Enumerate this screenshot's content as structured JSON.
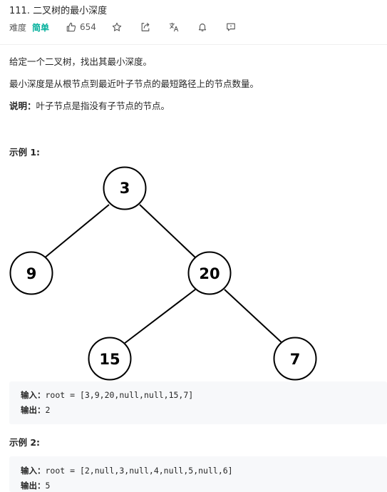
{
  "problem": {
    "title": "111. 二叉树的最小深度",
    "difficulty_label": "难度",
    "difficulty": "简单",
    "likes": "654"
  },
  "icons": {
    "like": "thumbs-up-icon",
    "favorite": "star-icon",
    "share": "share-icon",
    "translate": "translate-icon",
    "notify": "bell-icon",
    "feedback": "comment-icon"
  },
  "description": {
    "line1": "给定一个二叉树，找出其最小深度。",
    "line2": "最小深度是从根节点到最近叶子节点的最短路径上的节点数量。",
    "note_label": "说明：",
    "note_text": "叶子节点是指没有子节点的节点。"
  },
  "example1": {
    "title": "示例 1:",
    "tree_nodes": [
      "3",
      "9",
      "20",
      "15",
      "7"
    ],
    "input_label": "输入：",
    "input_value": "root = [3,9,20,null,null,15,7]",
    "output_label": "输出：",
    "output_value": "2"
  },
  "example2": {
    "title": "示例 2:",
    "input_label": "输入：",
    "input_value": "root = [2,null,3,null,4,null,5,null,6]",
    "output_label": "输出：",
    "output_value": "5"
  },
  "colors": {
    "difficulty_easy": "#00af9b",
    "code_background": "#f7f8fa"
  }
}
